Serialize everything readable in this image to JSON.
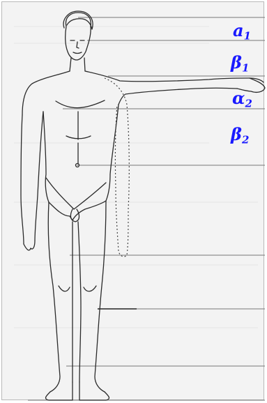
{
  "labels": {
    "a1": {
      "symbol": "a",
      "sub": "1"
    },
    "b1": {
      "symbol": "β",
      "sub": "1"
    },
    "a2": {
      "symbol": "α",
      "sub": "2"
    },
    "b2": {
      "symbol": "β",
      "sub": "2"
    }
  },
  "colors": {
    "label": "#1a1aff",
    "outline": "#2a2a2a",
    "guide_line": "#777777",
    "background": "#f3f3f3"
  }
}
